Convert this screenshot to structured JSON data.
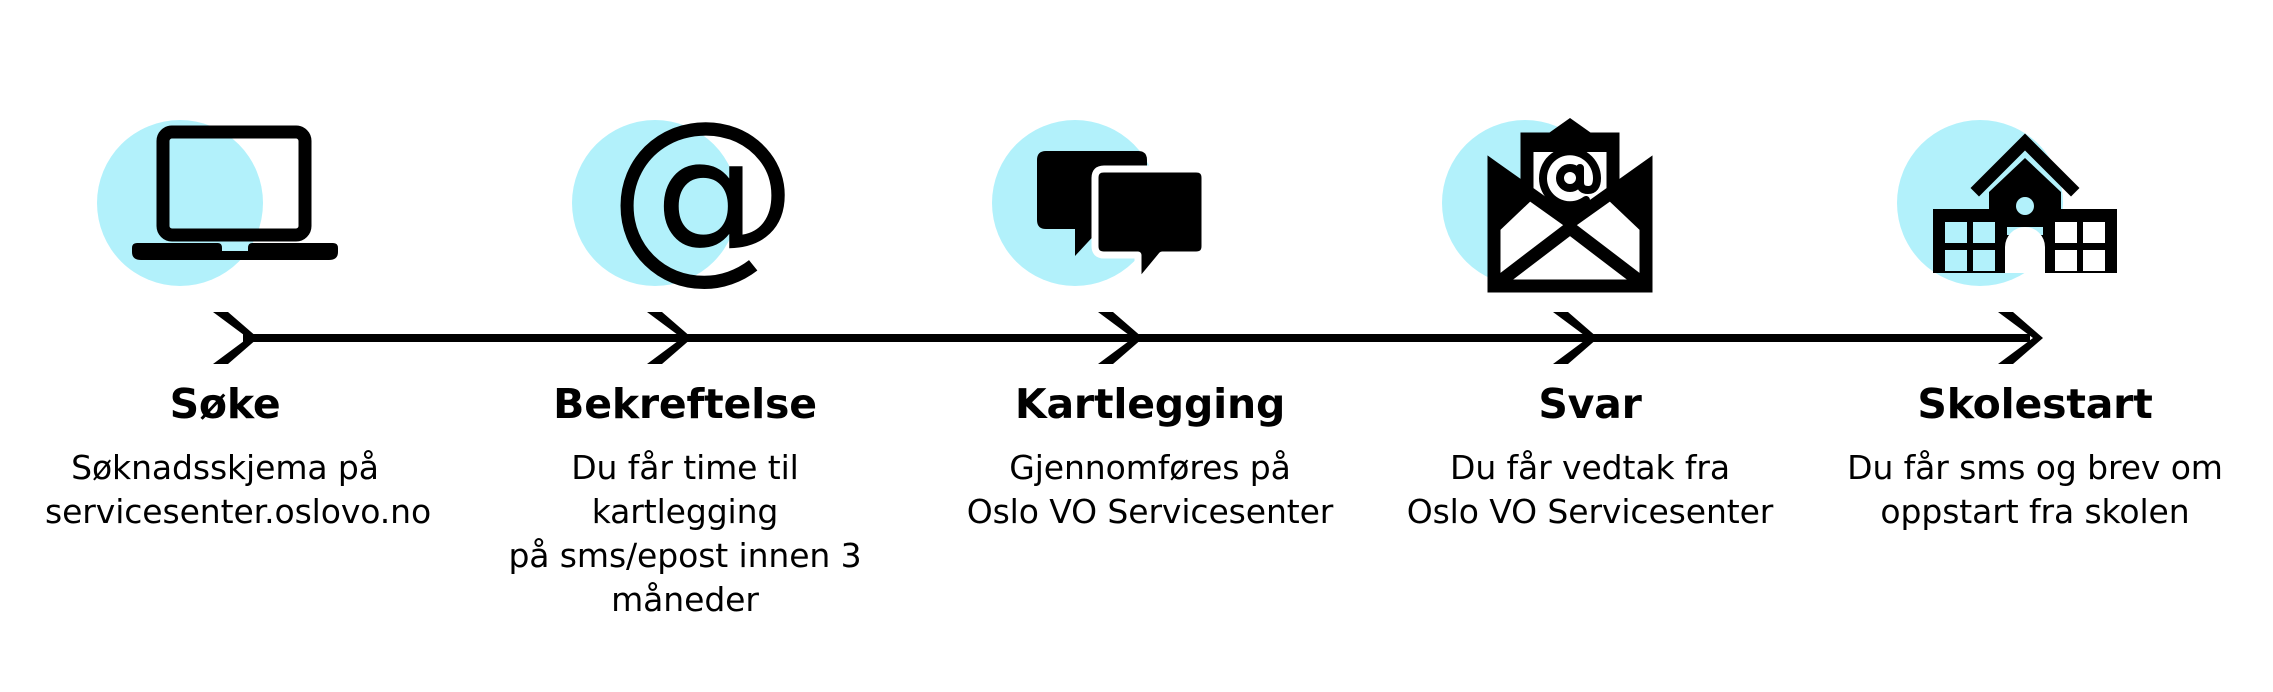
{
  "graphic": {
    "type": "process-timeline",
    "language": "no",
    "accent_color": "#b2f1fb",
    "ink_color": "#000000",
    "background_color": "#ffffff",
    "arrow_chevron_count": 5
  },
  "steps": [
    {
      "icon": "laptop-icon",
      "title": "Søke",
      "description": "Søknadsskjema på\nservicesenter.oslovo.no"
    },
    {
      "icon": "at-sign-icon",
      "title": "Bekreftelse",
      "description": "Du får time til kartlegging\npå sms/epost innen 3\nmåneder"
    },
    {
      "icon": "chat-bubbles-icon",
      "title": "Kartlegging",
      "description": "Gjennomføres på\nOslo VO Servicesenter"
    },
    {
      "icon": "open-envelope-at-icon",
      "title": "Svar",
      "description": "Du får vedtak fra\nOslo VO Servicesenter"
    },
    {
      "icon": "school-building-icon",
      "title": "Skolestart",
      "description": "Du får sms og brev om\noppstart fra skolen"
    }
  ]
}
